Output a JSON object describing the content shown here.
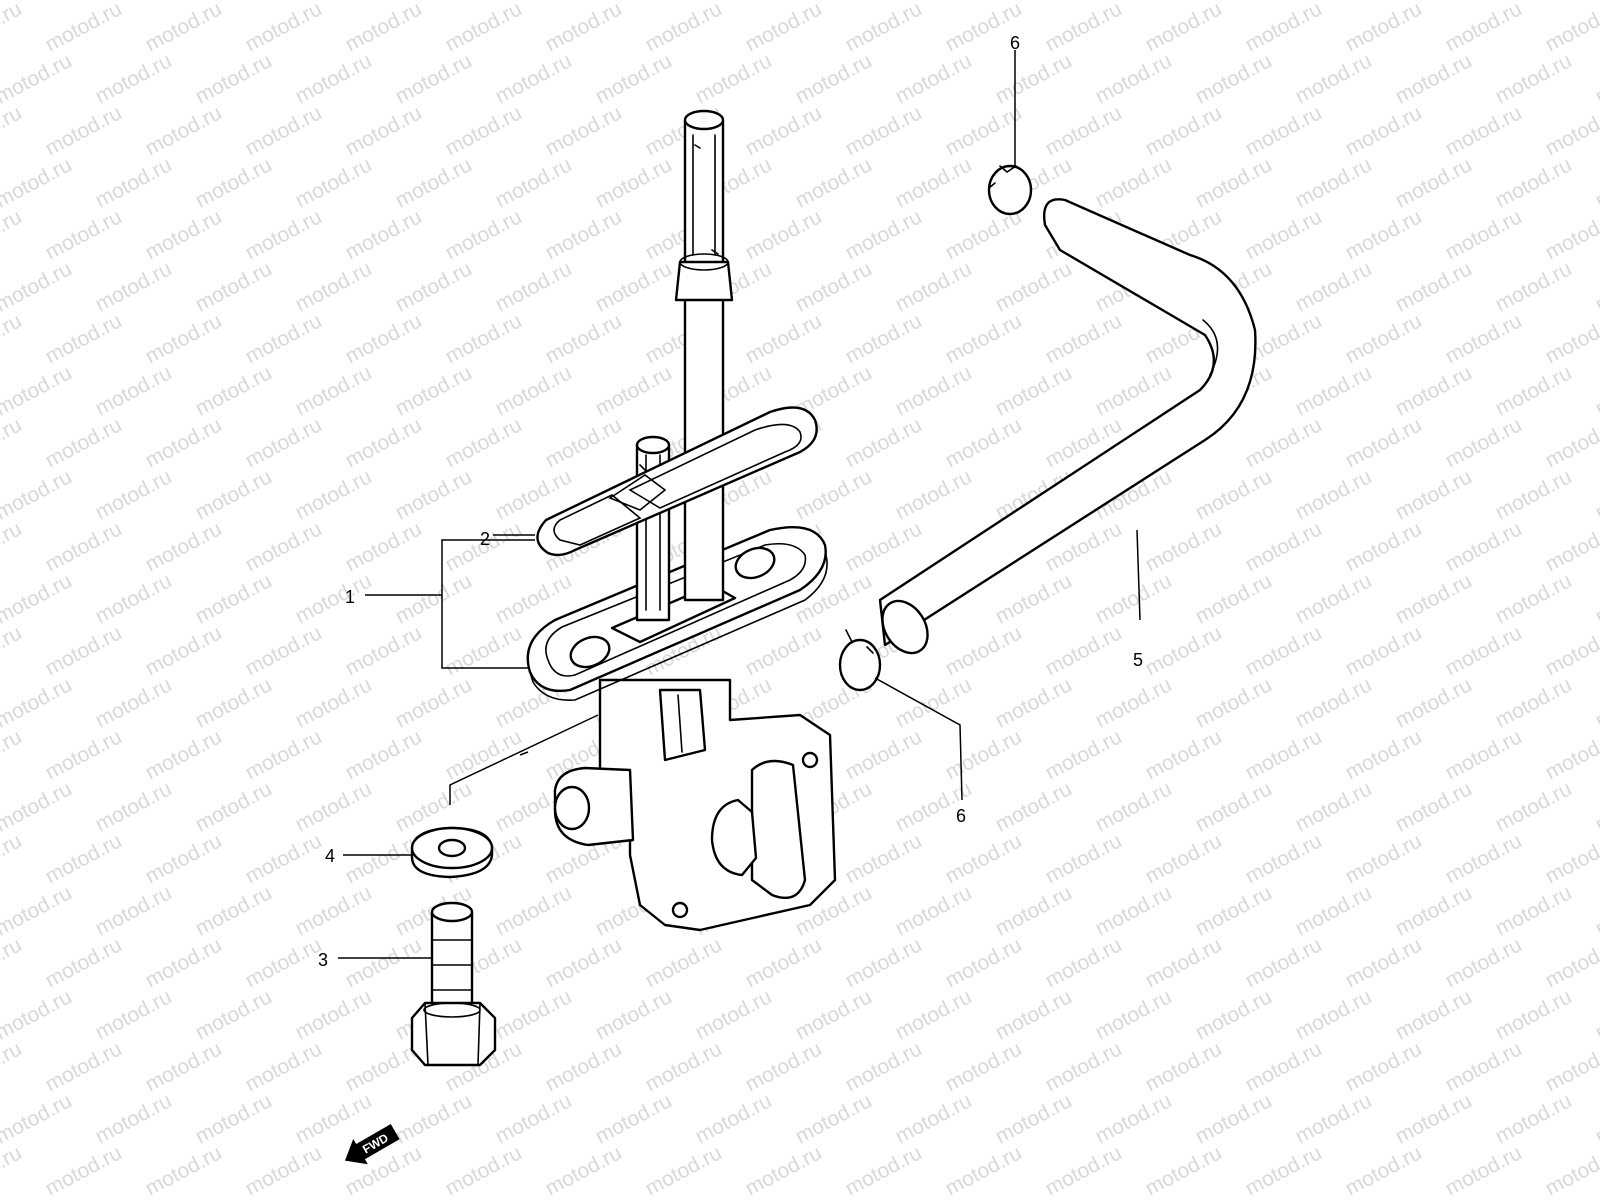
{
  "watermark": {
    "text": "motod.ru"
  },
  "callouts": {
    "c1": "1",
    "c2": "2",
    "c3": "3",
    "c4": "4",
    "c5": "5",
    "c6_top": "6",
    "c6_lower": "6"
  },
  "direction_badge": {
    "text": "FWD"
  },
  "colors": {
    "ink": "#000000",
    "watermark": "#d8d8d8",
    "background": "#ffffff"
  }
}
